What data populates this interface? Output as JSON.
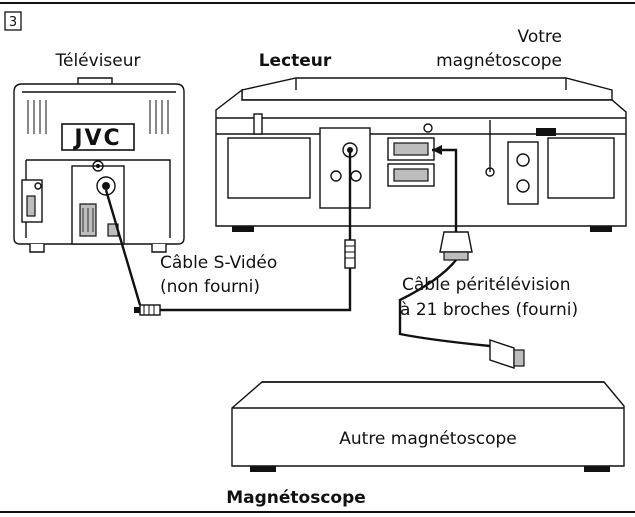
{
  "step_number": "3",
  "labels": {
    "tv": "Téléviseur",
    "player": "Lecteur",
    "your_vcr_line1": "Votre",
    "your_vcr_line2": "magnétoscope",
    "tv_brand": "JVC",
    "svideo_line1": "Câble S-Vidéo",
    "svideo_line2": "(non fourni)",
    "scart_line1": "Câble péritélévision",
    "scart_line2": "à 21 broches (fourni)",
    "other_vcr": "Autre magnétoscope",
    "recorder": "Magnétoscope"
  },
  "colors": {
    "line": "#111111",
    "device_shade": "#bdbdbd",
    "background": "#ffffff"
  }
}
